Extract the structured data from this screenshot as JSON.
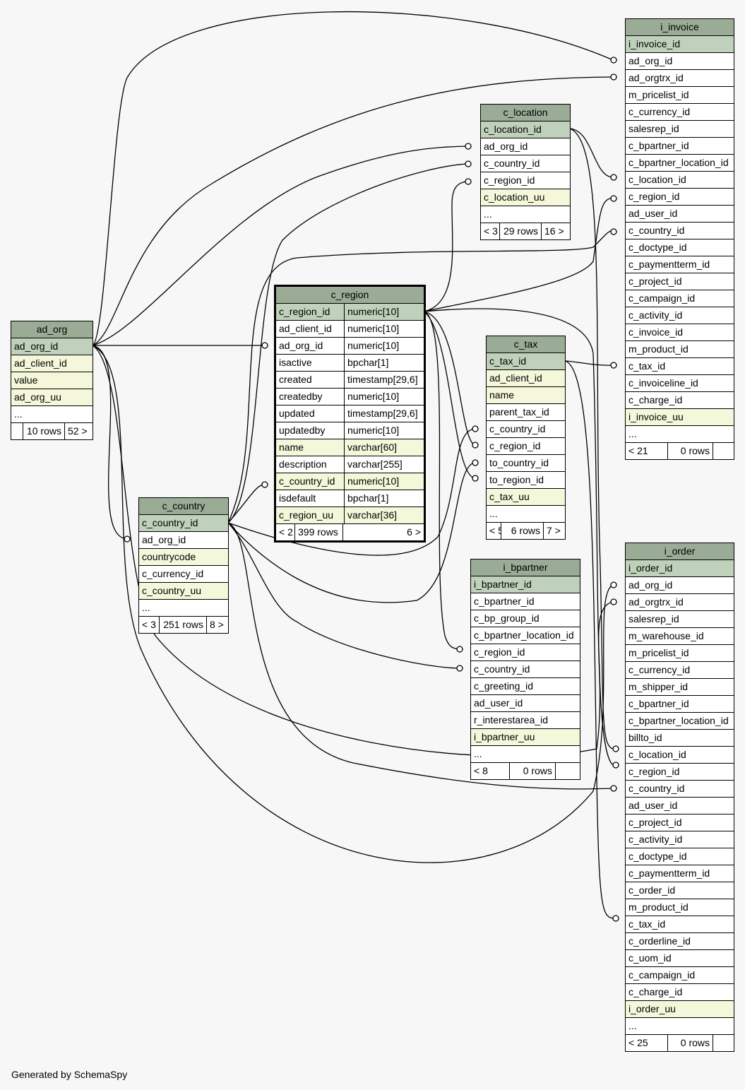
{
  "footer": "Generated by SchemaSpy",
  "tables": {
    "i_invoice": {
      "name": "i_invoice",
      "rows": [
        {
          "text": "i_invoice_id",
          "kind": "pk"
        },
        {
          "text": "ad_org_id",
          "kind": ""
        },
        {
          "text": "ad_orgtrx_id",
          "kind": ""
        },
        {
          "text": "m_pricelist_id",
          "kind": ""
        },
        {
          "text": "c_currency_id",
          "kind": ""
        },
        {
          "text": "salesrep_id",
          "kind": ""
        },
        {
          "text": "c_bpartner_id",
          "kind": ""
        },
        {
          "text": "c_bpartner_location_id",
          "kind": ""
        },
        {
          "text": "c_location_id",
          "kind": ""
        },
        {
          "text": "c_region_id",
          "kind": ""
        },
        {
          "text": "ad_user_id",
          "kind": ""
        },
        {
          "text": "c_country_id",
          "kind": ""
        },
        {
          "text": "c_doctype_id",
          "kind": ""
        },
        {
          "text": "c_paymentterm_id",
          "kind": ""
        },
        {
          "text": "c_project_id",
          "kind": ""
        },
        {
          "text": "c_campaign_id",
          "kind": ""
        },
        {
          "text": "c_activity_id",
          "kind": ""
        },
        {
          "text": "c_invoice_id",
          "kind": ""
        },
        {
          "text": "m_product_id",
          "kind": ""
        },
        {
          "text": "c_tax_id",
          "kind": ""
        },
        {
          "text": "c_invoiceline_id",
          "kind": ""
        },
        {
          "text": "c_charge_id",
          "kind": ""
        },
        {
          "text": "i_invoice_uu",
          "kind": "idx"
        },
        {
          "text": "...",
          "kind": ""
        }
      ],
      "footer": [
        "< 21",
        "0 rows",
        ""
      ]
    },
    "c_location": {
      "name": "c_location",
      "rows": [
        {
          "text": "c_location_id",
          "kind": "pk"
        },
        {
          "text": "ad_org_id",
          "kind": ""
        },
        {
          "text": "c_country_id",
          "kind": ""
        },
        {
          "text": "c_region_id",
          "kind": ""
        },
        {
          "text": "c_location_uu",
          "kind": "idx"
        },
        {
          "text": "...",
          "kind": ""
        }
      ],
      "footer": [
        "< 3",
        "29 rows",
        "16 >"
      ]
    },
    "c_region": {
      "name": "c_region",
      "rows": [
        {
          "text": "c_region_id",
          "type": "numeric[10]",
          "kind": "pk"
        },
        {
          "text": "ad_client_id",
          "type": "numeric[10]",
          "kind": ""
        },
        {
          "text": "ad_org_id",
          "type": "numeric[10]",
          "kind": ""
        },
        {
          "text": "isactive",
          "type": "bpchar[1]",
          "kind": ""
        },
        {
          "text": "created",
          "type": "timestamp[29,6]",
          "kind": ""
        },
        {
          "text": "createdby",
          "type": "numeric[10]",
          "kind": ""
        },
        {
          "text": "updated",
          "type": "timestamp[29,6]",
          "kind": ""
        },
        {
          "text": "updatedby",
          "type": "numeric[10]",
          "kind": ""
        },
        {
          "text": "name",
          "type": "varchar[60]",
          "kind": "idx"
        },
        {
          "text": "description",
          "type": "varchar[255]",
          "kind": ""
        },
        {
          "text": "c_country_id",
          "type": "numeric[10]",
          "kind": "idx"
        },
        {
          "text": "isdefault",
          "type": "bpchar[1]",
          "kind": ""
        },
        {
          "text": "c_region_uu",
          "type": "varchar[36]",
          "kind": "idx"
        }
      ],
      "footer": [
        "< 2",
        "399 rows",
        "6 >"
      ]
    },
    "ad_org": {
      "name": "ad_org",
      "rows": [
        {
          "text": "ad_org_id",
          "kind": "pk"
        },
        {
          "text": "ad_client_id",
          "kind": "idx"
        },
        {
          "text": "value",
          "kind": "idx"
        },
        {
          "text": "ad_org_uu",
          "kind": "idx"
        },
        {
          "text": "...",
          "kind": ""
        }
      ],
      "footer": [
        "",
        "10 rows",
        "52 >"
      ]
    },
    "c_tax": {
      "name": "c_tax",
      "rows": [
        {
          "text": "c_tax_id",
          "kind": "pk"
        },
        {
          "text": "ad_client_id",
          "kind": "idx"
        },
        {
          "text": "name",
          "kind": "idx"
        },
        {
          "text": "parent_tax_id",
          "kind": ""
        },
        {
          "text": "c_country_id",
          "kind": ""
        },
        {
          "text": "c_region_id",
          "kind": ""
        },
        {
          "text": "to_country_id",
          "kind": ""
        },
        {
          "text": "to_region_id",
          "kind": ""
        },
        {
          "text": "c_tax_uu",
          "kind": "idx"
        },
        {
          "text": "...",
          "kind": ""
        }
      ],
      "footer": [
        "< 5",
        "6 rows",
        "7 >"
      ]
    },
    "c_country": {
      "name": "c_country",
      "rows": [
        {
          "text": "c_country_id",
          "kind": "pk"
        },
        {
          "text": "ad_org_id",
          "kind": ""
        },
        {
          "text": "countrycode",
          "kind": "idx"
        },
        {
          "text": "c_currency_id",
          "kind": ""
        },
        {
          "text": "c_country_uu",
          "kind": "idx"
        },
        {
          "text": "...",
          "kind": ""
        }
      ],
      "footer": [
        "< 3",
        "251 rows",
        "8 >"
      ]
    },
    "i_bpartner": {
      "name": "i_bpartner",
      "rows": [
        {
          "text": "i_bpartner_id",
          "kind": "pk"
        },
        {
          "text": "c_bpartner_id",
          "kind": ""
        },
        {
          "text": "c_bp_group_id",
          "kind": ""
        },
        {
          "text": "c_bpartner_location_id",
          "kind": ""
        },
        {
          "text": "c_region_id",
          "kind": ""
        },
        {
          "text": "c_country_id",
          "kind": ""
        },
        {
          "text": "c_greeting_id",
          "kind": ""
        },
        {
          "text": "ad_user_id",
          "kind": ""
        },
        {
          "text": "r_interestarea_id",
          "kind": ""
        },
        {
          "text": "i_bpartner_uu",
          "kind": "idx"
        },
        {
          "text": "...",
          "kind": ""
        }
      ],
      "footer": [
        "< 8",
        "0 rows",
        ""
      ]
    },
    "i_order": {
      "name": "i_order",
      "rows": [
        {
          "text": "i_order_id",
          "kind": "pk"
        },
        {
          "text": "ad_org_id",
          "kind": ""
        },
        {
          "text": "ad_orgtrx_id",
          "kind": ""
        },
        {
          "text": "salesrep_id",
          "kind": ""
        },
        {
          "text": "m_warehouse_id",
          "kind": ""
        },
        {
          "text": "m_pricelist_id",
          "kind": ""
        },
        {
          "text": "c_currency_id",
          "kind": ""
        },
        {
          "text": "m_shipper_id",
          "kind": ""
        },
        {
          "text": "c_bpartner_id",
          "kind": ""
        },
        {
          "text": "c_bpartner_location_id",
          "kind": ""
        },
        {
          "text": "billto_id",
          "kind": ""
        },
        {
          "text": "c_location_id",
          "kind": ""
        },
        {
          "text": "c_region_id",
          "kind": ""
        },
        {
          "text": "c_country_id",
          "kind": ""
        },
        {
          "text": "ad_user_id",
          "kind": ""
        },
        {
          "text": "c_project_id",
          "kind": ""
        },
        {
          "text": "c_activity_id",
          "kind": ""
        },
        {
          "text": "c_doctype_id",
          "kind": ""
        },
        {
          "text": "c_paymentterm_id",
          "kind": ""
        },
        {
          "text": "c_order_id",
          "kind": ""
        },
        {
          "text": "m_product_id",
          "kind": ""
        },
        {
          "text": "c_tax_id",
          "kind": ""
        },
        {
          "text": "c_orderline_id",
          "kind": ""
        },
        {
          "text": "c_uom_id",
          "kind": ""
        },
        {
          "text": "c_campaign_id",
          "kind": ""
        },
        {
          "text": "c_charge_id",
          "kind": ""
        },
        {
          "text": "i_order_uu",
          "kind": "idx"
        },
        {
          "text": "...",
          "kind": ""
        }
      ],
      "footer": [
        "< 25",
        "0 rows",
        ""
      ]
    }
  }
}
